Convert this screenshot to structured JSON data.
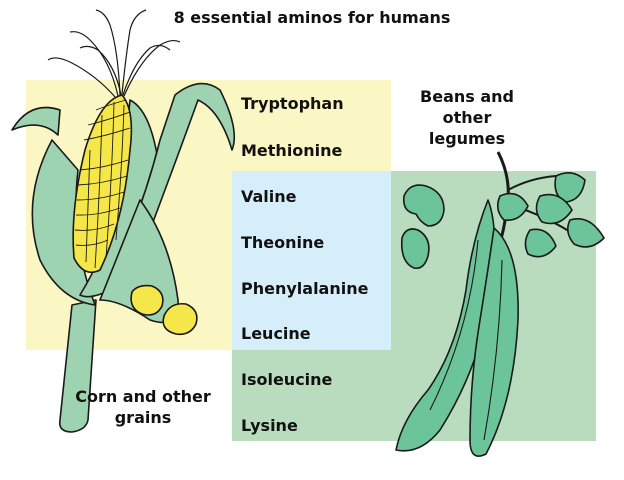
{
  "title": "8 essential aminos for humans",
  "colors": {
    "grains_region": "#fbf7c4",
    "shared_region": "#d6eefa",
    "legumes_region": "#b9dcbf",
    "plant_green": "#9ed3b1",
    "legume_green": "#6cc49a",
    "corn_kernel": "#f5e74a",
    "outline": "#1a1a1a"
  },
  "aminos": [
    {
      "name": "Tryptophan",
      "group": "grains"
    },
    {
      "name": "Methionine",
      "group": "grains"
    },
    {
      "name": "Valine",
      "group": "both"
    },
    {
      "name": "Theonine",
      "group": "both"
    },
    {
      "name": "Phenylalanine",
      "group": "both"
    },
    {
      "name": "Leucine",
      "group": "both"
    },
    {
      "name": "Isoleucine",
      "group": "legumes"
    },
    {
      "name": "Lysine",
      "group": "legumes"
    }
  ],
  "groups": {
    "grains": {
      "label": "Corn and other grains",
      "icon": "corn-cob-icon"
    },
    "legumes": {
      "label": "Beans and other legumes",
      "icon": "pea-pod-icon"
    }
  }
}
